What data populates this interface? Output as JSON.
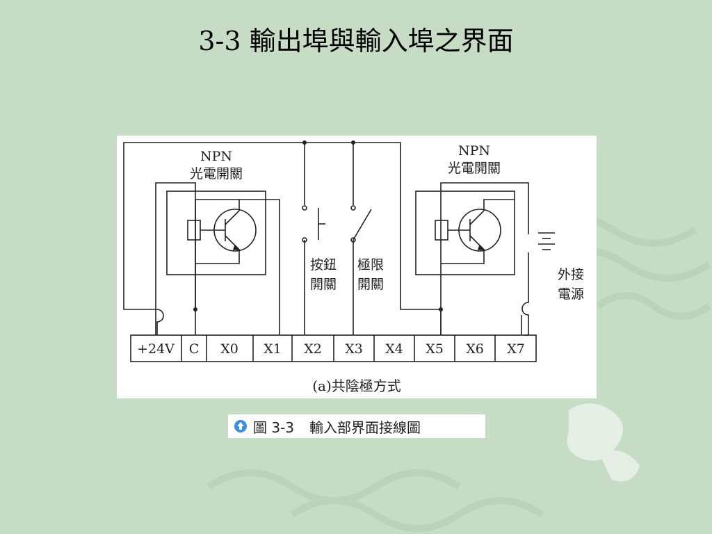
{
  "slide": {
    "title": "3-3 輸出埠與輸入埠之界面"
  },
  "diagram": {
    "npn_left_label_1": "NPN",
    "npn_left_label_2": "光電開關",
    "npn_right_label_1": "NPN",
    "npn_right_label_2": "光電開關",
    "button_label_1": "按鈕",
    "button_label_2": "開關",
    "limit_label_1": "極限",
    "limit_label_2": "開關",
    "ext_power_1": "外接",
    "ext_power_2": "電源",
    "terminals": [
      "+24V",
      "C",
      "X0",
      "X1",
      "X2",
      "X3",
      "X4",
      "X5",
      "X6",
      "X7"
    ],
    "sub_caption": "(a)共陰極方式"
  },
  "caption": {
    "figure_number": "圖 3-3",
    "figure_title": "輸入部界面接線圖",
    "icon": "up-arrow-circle-icon"
  },
  "colors": {
    "background": "#c7dcc5",
    "line": "#222222",
    "icon_blue": "#3d8ee0"
  }
}
